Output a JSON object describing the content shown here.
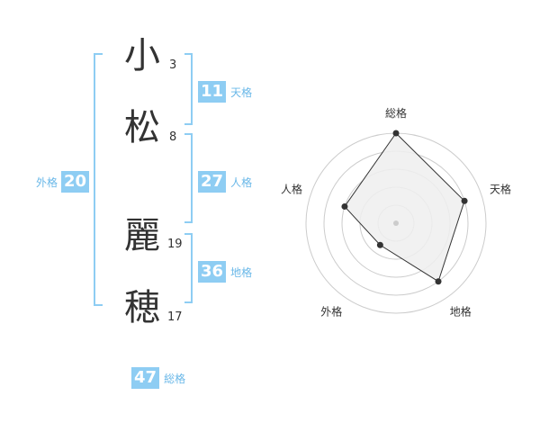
{
  "name": {
    "chars": [
      {
        "char": "小",
        "strokes": "3"
      },
      {
        "char": "松",
        "strokes": "8"
      },
      {
        "char": "麗",
        "strokes": "19"
      },
      {
        "char": "穂",
        "strokes": "17"
      }
    ]
  },
  "fortunes": {
    "tenkaku": {
      "value": "11",
      "label": "天格"
    },
    "jinkaku": {
      "value": "27",
      "label": "人格"
    },
    "chikaku": {
      "value": "36",
      "label": "地格"
    },
    "gaikaku": {
      "value": "20",
      "label": "外格"
    },
    "soukaku": {
      "value": "47",
      "label": "総格"
    }
  },
  "colors": {
    "accent": "#8ecdf3",
    "label": "#6ab8e8",
    "text": "#333333",
    "grid": "#cccccc",
    "fill": "#eeeeee"
  },
  "chart_data": {
    "type": "radar",
    "axes": [
      "総格",
      "天格",
      "地格",
      "外格",
      "人格"
    ],
    "values": [
      5,
      4,
      4,
      1.5,
      3
    ],
    "max": 5,
    "rings": 5
  }
}
